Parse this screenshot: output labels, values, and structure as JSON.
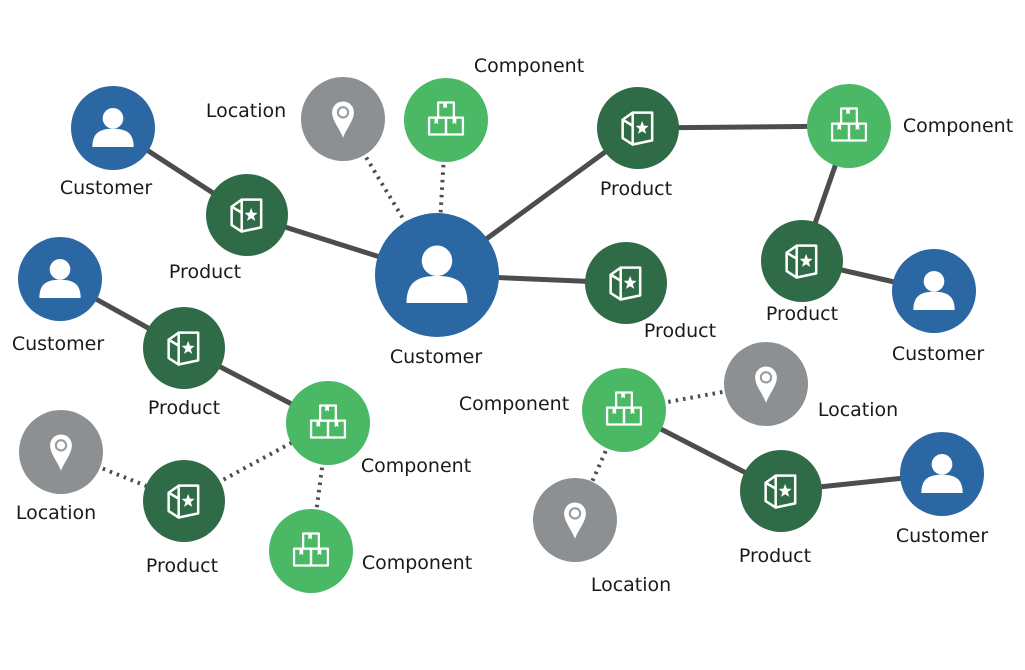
{
  "colors": {
    "customer": "#2a67a3",
    "product": "#2f6b46",
    "component": "#4bb865",
    "location": "#8d9092",
    "edge": "#4d4d4d",
    "text": "#1a1a1a"
  },
  "icons": {
    "customer": "person-icon",
    "product": "product-box-star-icon",
    "component": "stacked-boxes-icon",
    "location": "map-pin-icon"
  },
  "nodes": [
    {
      "id": "c_top_left",
      "type": "customer",
      "label": "Customer"
    },
    {
      "id": "p_top_left",
      "type": "product",
      "label": "Product"
    },
    {
      "id": "loc_top",
      "type": "location",
      "label": "Location"
    },
    {
      "id": "comp_top",
      "type": "component",
      "label": "Component"
    },
    {
      "id": "c_center",
      "type": "customer",
      "label": "Customer"
    },
    {
      "id": "p_top_right",
      "type": "product",
      "label": "Product"
    },
    {
      "id": "comp_top_right",
      "type": "component",
      "label": "Component"
    },
    {
      "id": "p_right",
      "type": "product",
      "label": "Product"
    },
    {
      "id": "c_right",
      "type": "customer",
      "label": "Customer"
    },
    {
      "id": "p_mid_right",
      "type": "product",
      "label": "Product"
    },
    {
      "id": "c_mid_left",
      "type": "customer",
      "label": "Customer"
    },
    {
      "id": "p_mid_left",
      "type": "product",
      "label": "Product"
    },
    {
      "id": "comp_mid_left",
      "type": "component",
      "label": "Component"
    },
    {
      "id": "loc_bottom_left",
      "type": "location",
      "label": "Location"
    },
    {
      "id": "p_bottom_left",
      "type": "product",
      "label": "Product"
    },
    {
      "id": "comp_bottom_left",
      "type": "component",
      "label": "Component"
    },
    {
      "id": "comp_bottom_right",
      "type": "component",
      "label": "Component"
    },
    {
      "id": "loc_mid_right",
      "type": "location",
      "label": "Location"
    },
    {
      "id": "loc_bottom",
      "type": "location",
      "label": "Location"
    },
    {
      "id": "p_bottom_right",
      "type": "product",
      "label": "Product"
    },
    {
      "id": "c_bottom_right",
      "type": "customer",
      "label": "Customer"
    }
  ],
  "edges": [
    {
      "from": "c_top_left",
      "to": "p_top_left",
      "style": "solid"
    },
    {
      "from": "p_top_left",
      "to": "c_center",
      "style": "solid"
    },
    {
      "from": "loc_top",
      "to": "c_center",
      "style": "dotted"
    },
    {
      "from": "comp_top",
      "to": "c_center",
      "style": "dotted"
    },
    {
      "from": "c_center",
      "to": "p_top_right",
      "style": "solid"
    },
    {
      "from": "c_center",
      "to": "p_mid_right",
      "style": "solid"
    },
    {
      "from": "p_top_right",
      "to": "comp_top_right",
      "style": "solid"
    },
    {
      "from": "comp_top_right",
      "to": "p_right",
      "style": "solid"
    },
    {
      "from": "p_right",
      "to": "c_right",
      "style": "solid"
    },
    {
      "from": "c_mid_left",
      "to": "p_mid_left",
      "style": "solid"
    },
    {
      "from": "p_mid_left",
      "to": "comp_mid_left",
      "style": "solid"
    },
    {
      "from": "loc_bottom_left",
      "to": "p_bottom_left",
      "style": "dotted"
    },
    {
      "from": "p_bottom_left",
      "to": "comp_mid_left",
      "style": "dotted"
    },
    {
      "from": "comp_mid_left",
      "to": "comp_bottom_left",
      "style": "dotted"
    },
    {
      "from": "comp_bottom_right",
      "to": "loc_mid_right",
      "style": "dotted"
    },
    {
      "from": "comp_bottom_right",
      "to": "loc_bottom",
      "style": "dotted"
    },
    {
      "from": "comp_bottom_right",
      "to": "p_bottom_right",
      "style": "solid"
    },
    {
      "from": "p_bottom_right",
      "to": "c_bottom_right",
      "style": "solid"
    }
  ]
}
